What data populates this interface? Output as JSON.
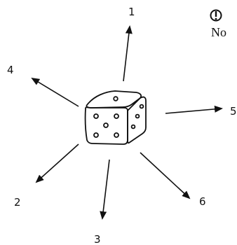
{
  "note": {
    "icon": "exclamation-circle-icon",
    "text": "No"
  },
  "diagram": {
    "center": "die-icon",
    "arrow_labels": [
      "1",
      "2",
      "3",
      "4",
      "5",
      "6"
    ]
  }
}
